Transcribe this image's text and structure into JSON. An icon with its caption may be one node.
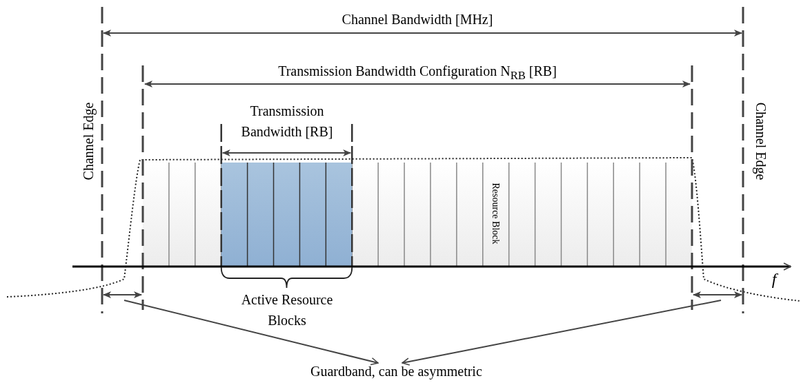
{
  "diagram": {
    "nodes": [
      {
        "text": [],
        "shape": "arrow"
      },
      {
        "text": [],
        "shape": "arrow"
      },
      {
        "text": [
          "Guardband, can be asymmetric"
        ]
      }
    ],
    "edges": [
      {
        "from": 0,
        "to": 2,
        "arrow": "to"
      },
      {
        "from": 1,
        "to": 2,
        "arrow": "to"
      }
    ],
    "labels": [
      "Channel Bandwidth [MHz]",
      "Transmission Bandwidth Configuration N$_{RB}$ [RB]",
      "Transmission Bandwidth [RB]",
      "Channel Edge",
      "Channel Edge",
      "Resource Block",
      "Active Resource Blocks",
      "f"
    ]
  }
}
